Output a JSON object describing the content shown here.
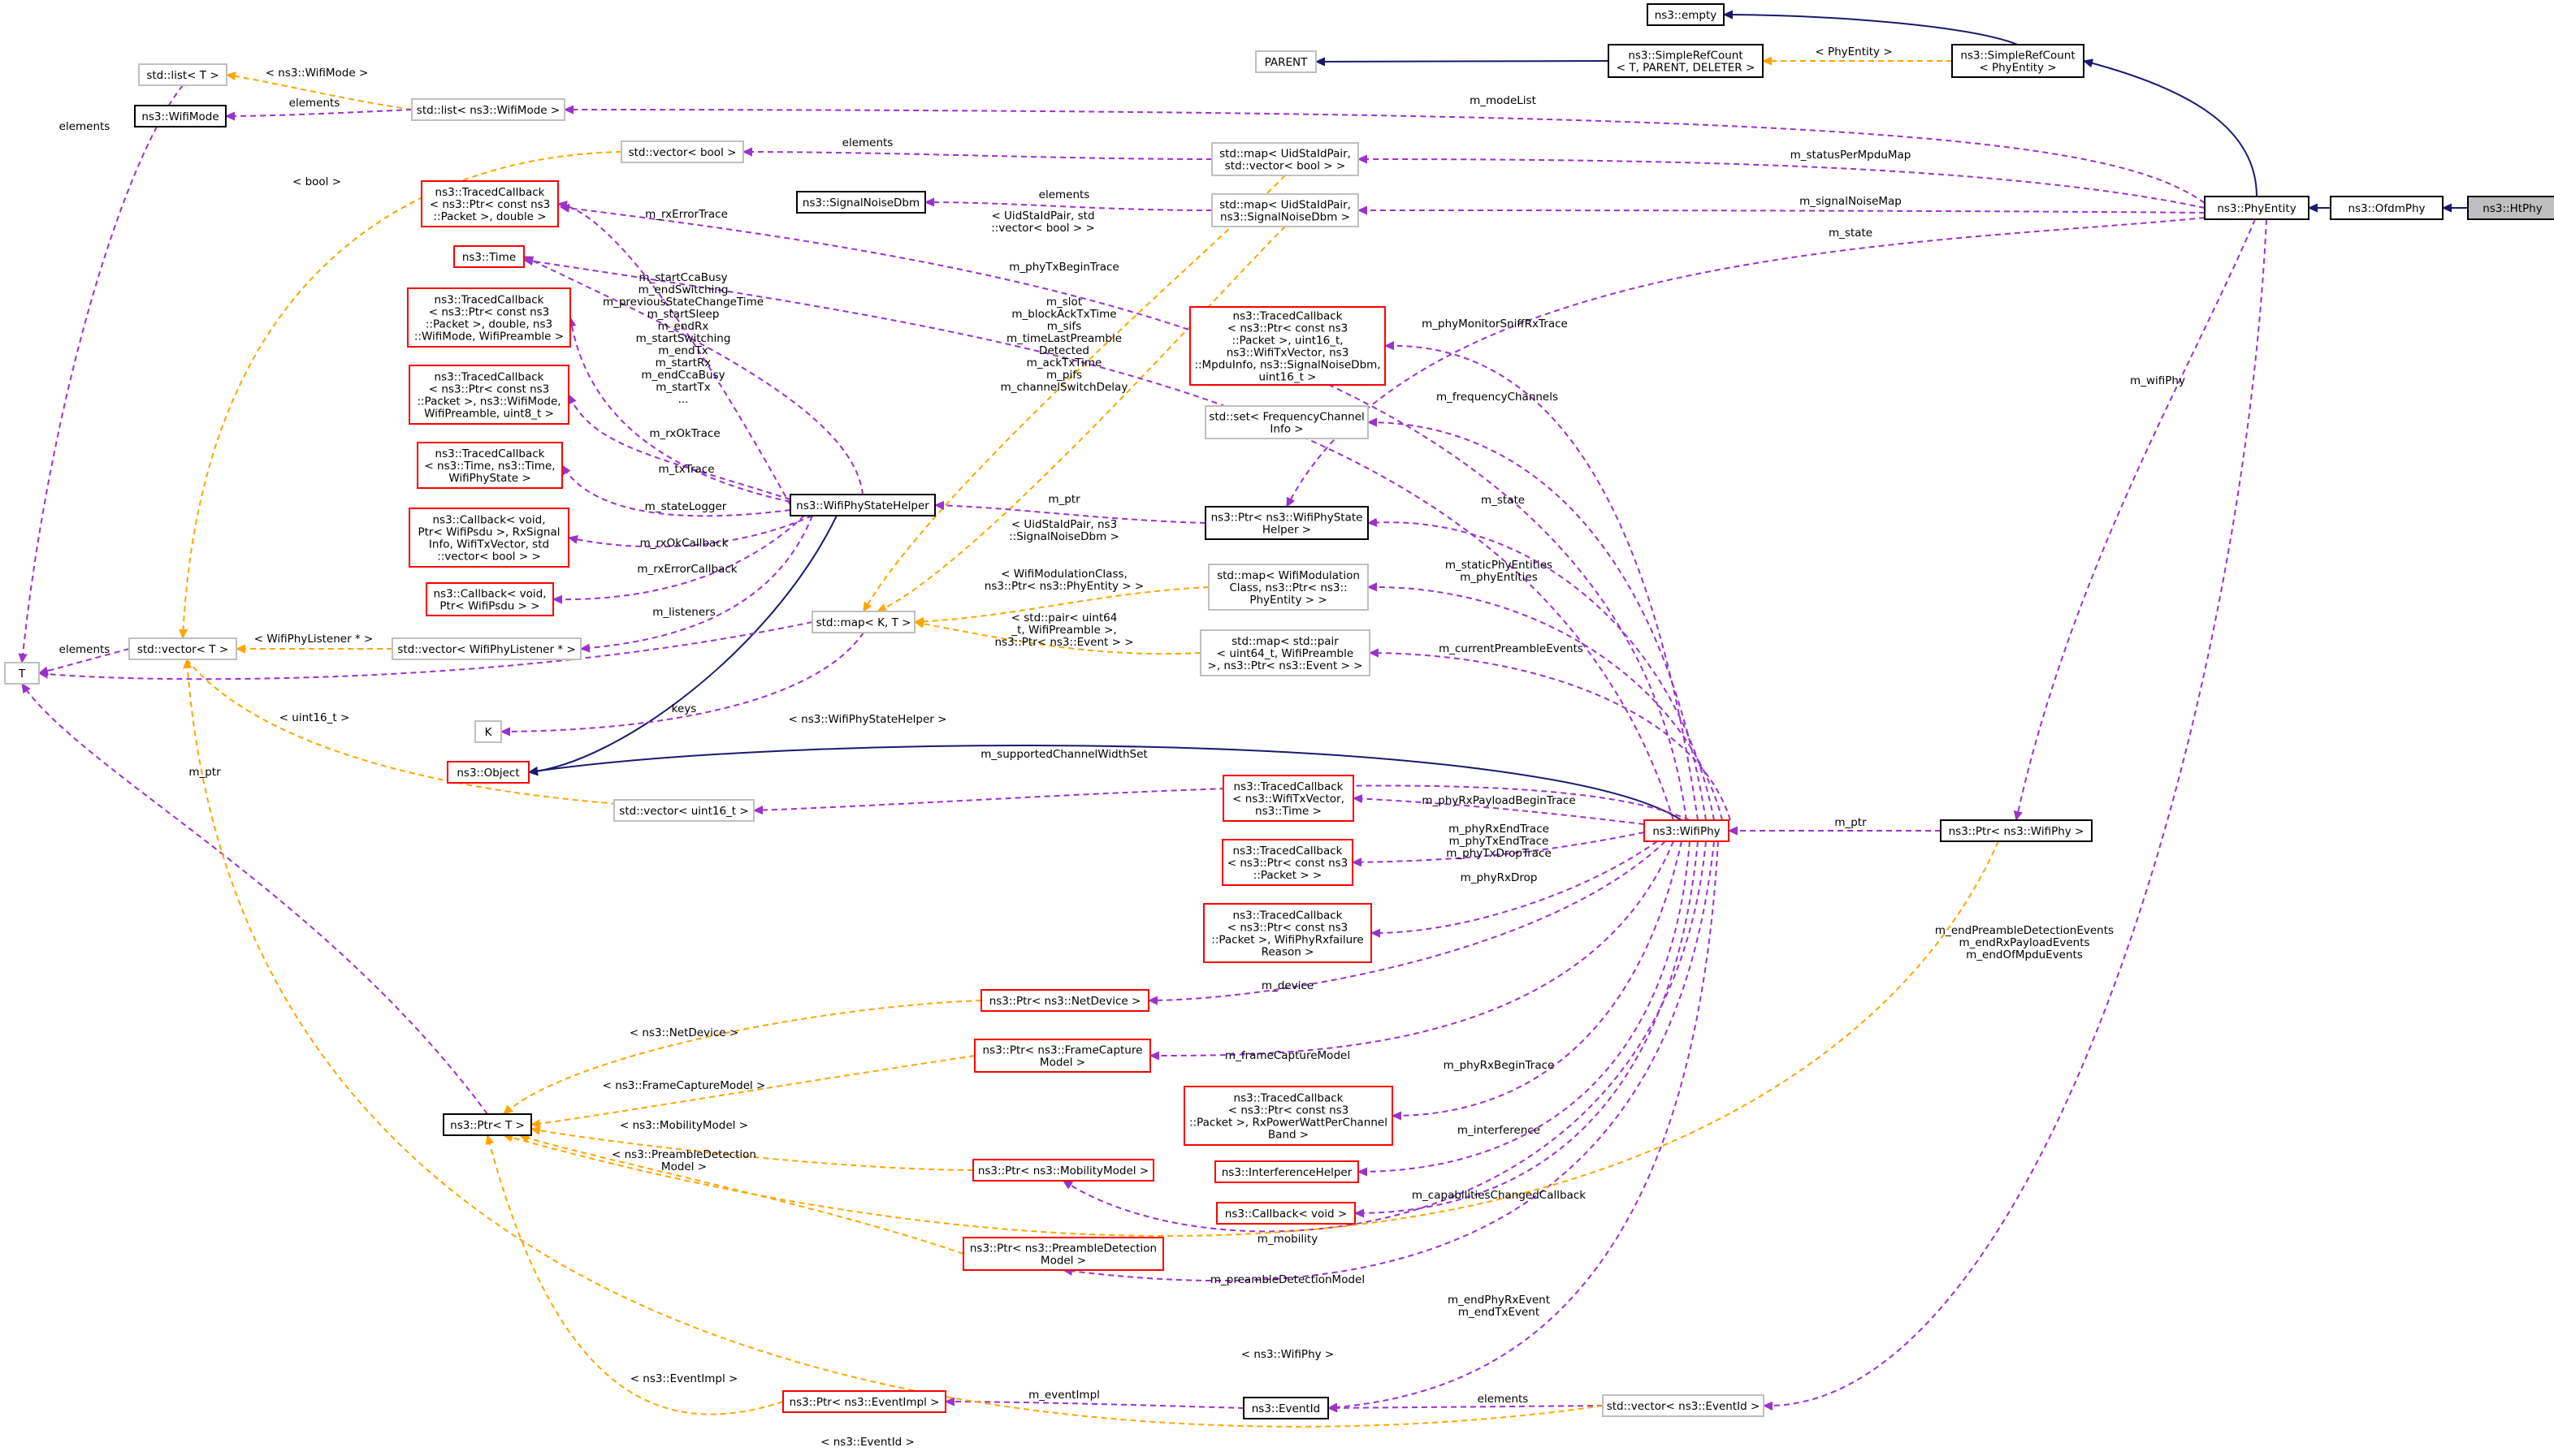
{
  "colors": {
    "inheritance": "#191970",
    "member": "#9a32cd",
    "template": "#ffa500",
    "node_black": "#000000",
    "node_red": "#ff0000",
    "node_gray": "#bfbfbf",
    "node_fill_gray": "#bfbfbf"
  },
  "nodes": [
    {
      "id": "HtPhy",
      "lines": [
        "ns3::HtPhy"
      ],
      "border": "black",
      "fill": "gray"
    },
    {
      "id": "OfdmPhy",
      "lines": [
        "ns3::OfdmPhy"
      ],
      "border": "black"
    },
    {
      "id": "PhyEntity",
      "lines": [
        "ns3::PhyEntity"
      ],
      "border": "black"
    },
    {
      "id": "SimpleRefCountPhy",
      "lines": [
        "ns3::SimpleRefCount",
        "< PhyEntity >"
      ],
      "border": "black"
    },
    {
      "id": "SimpleRefCountT",
      "lines": [
        "ns3::SimpleRefCount",
        "< T, PARENT, DELETER >"
      ],
      "border": "black"
    },
    {
      "id": "empty",
      "lines": [
        "ns3::empty"
      ],
      "border": "black"
    },
    {
      "id": "PARENT",
      "lines": [
        "PARENT"
      ],
      "border": "gray"
    },
    {
      "id": "listT",
      "lines": [
        "std::list< T >"
      ],
      "border": "gray"
    },
    {
      "id": "listWifiMode",
      "lines": [
        "std::list< ns3::WifiMode >"
      ],
      "border": "gray"
    },
    {
      "id": "WifiMode",
      "lines": [
        "ns3::WifiMode"
      ],
      "border": "black"
    },
    {
      "id": "vecBool",
      "lines": [
        "std::vector< bool >"
      ],
      "border": "gray"
    },
    {
      "id": "mapUidBool",
      "lines": [
        "std::map< UidStaIdPair,",
        "std::vector< bool > >"
      ],
      "border": "gray"
    },
    {
      "id": "SignalNoiseDbm",
      "lines": [
        "ns3::SignalNoiseDbm"
      ],
      "border": "black"
    },
    {
      "id": "mapUidSnr",
      "lines": [
        "std::map< UidStaIdPair,",
        "ns3::SignalNoiseDbm >"
      ],
      "border": "gray"
    },
    {
      "id": "TCPktDouble",
      "lines": [
        "ns3::TracedCallback",
        "< ns3::Ptr< const ns3",
        "::Packet >, double >"
      ],
      "border": "red"
    },
    {
      "id": "Time",
      "lines": [
        "ns3::Time"
      ],
      "border": "red"
    },
    {
      "id": "TCPktDoubleMode",
      "lines": [
        "ns3::TracedCallback",
        "< ns3::Ptr< const ns3",
        "::Packet >, double, ns3",
        "::WifiMode, WifiPreamble >"
      ],
      "border": "red"
    },
    {
      "id": "TCPktMode",
      "lines": [
        "ns3::TracedCallback",
        "< ns3::Ptr< const ns3",
        "::Packet >, ns3::WifiMode,",
        "WifiPreamble, uint8_t >"
      ],
      "border": "red"
    },
    {
      "id": "TCTimeState",
      "lines": [
        "ns3::TracedCallback",
        "< ns3::Time, ns3::Time,",
        "WifiPhyState >"
      ],
      "border": "red"
    },
    {
      "id": "CbRxOk",
      "lines": [
        "ns3::Callback< void,",
        "Ptr< WifiPsdu >, RxSignal",
        "Info, WifiTxVector, std",
        "::vector< bool > >"
      ],
      "border": "red"
    },
    {
      "id": "CbRxErr",
      "lines": [
        "ns3::Callback< void,",
        "Ptr< WifiPsdu > >"
      ],
      "border": "red"
    },
    {
      "id": "T",
      "lines": [
        "T"
      ],
      "border": "gray"
    },
    {
      "id": "vecT",
      "lines": [
        "std::vector< T >"
      ],
      "border": "gray"
    },
    {
      "id": "vecListener",
      "lines": [
        "std::vector< WifiPhyListener * >"
      ],
      "border": "gray"
    },
    {
      "id": "StateHelper",
      "lines": [
        "ns3::WifiPhyStateHelper"
      ],
      "border": "black"
    },
    {
      "id": "K",
      "lines": [
        "K"
      ],
      "border": "gray"
    },
    {
      "id": "mapKT",
      "lines": [
        "std::map< K, T >"
      ],
      "border": "gray"
    },
    {
      "id": "Object",
      "lines": [
        "ns3::Object"
      ],
      "border": "red"
    },
    {
      "id": "vecU16",
      "lines": [
        "std::vector< uint16_t >"
      ],
      "border": "gray"
    },
    {
      "id": "TCSniff",
      "lines": [
        "ns3::TracedCallback",
        "< ns3::Ptr< const ns3",
        "::Packet >, uint16_t,",
        "ns3::WifiTxVector, ns3",
        "::MpduInfo, ns3::SignalNoiseDbm,",
        "uint16_t >"
      ],
      "border": "red"
    },
    {
      "id": "setFreq",
      "lines": [
        "std::set< FrequencyChannel",
        "Info >"
      ],
      "border": "gray"
    },
    {
      "id": "PtrStateHelper",
      "lines": [
        "ns3::Ptr< ns3::WifiPhyState",
        "Helper >"
      ],
      "border": "black"
    },
    {
      "id": "mapModClass",
      "lines": [
        "std::map< WifiModulation",
        "Class, ns3::Ptr< ns3::",
        "PhyEntity > >"
      ],
      "border": "gray"
    },
    {
      "id": "mapPair",
      "lines": [
        "std::map< std::pair",
        "< uint64_t, WifiPreamble",
        ">, ns3::Ptr< ns3::Event > >"
      ],
      "border": "gray"
    },
    {
      "id": "TCTxVec",
      "lines": [
        "ns3::TracedCallback",
        "< ns3::WifiTxVector,",
        "ns3::Time >"
      ],
      "border": "red"
    },
    {
      "id": "TCPkt",
      "lines": [
        "ns3::TracedCallback",
        "< ns3::Ptr< const ns3",
        "::Packet > >"
      ],
      "border": "red"
    },
    {
      "id": "TCFail",
      "lines": [
        "ns3::TracedCallback",
        "< ns3::Ptr< const ns3",
        "::Packet >, WifiPhyRxfailure",
        "Reason >"
      ],
      "border": "red"
    },
    {
      "id": "WifiPhy",
      "lines": [
        "ns3::WifiPhy"
      ],
      "border": "red"
    },
    {
      "id": "PtrWifiPhy",
      "lines": [
        "ns3::Ptr< ns3::WifiPhy >"
      ],
      "border": "black"
    },
    {
      "id": "PtrNetDevice",
      "lines": [
        "ns3::Ptr< ns3::NetDevice >"
      ],
      "border": "red"
    },
    {
      "id": "PtrFrameCap",
      "lines": [
        "ns3::Ptr< ns3::FrameCapture",
        "Model >"
      ],
      "border": "red"
    },
    {
      "id": "TCPower",
      "lines": [
        "ns3::TracedCallback",
        "< ns3::Ptr< const ns3",
        "::Packet >, RxPowerWattPerChannel",
        "Band >"
      ],
      "border": "red"
    },
    {
      "id": "PtrT",
      "lines": [
        "ns3::Ptr< T >"
      ],
      "border": "black"
    },
    {
      "id": "Interference",
      "lines": [
        "ns3::InterferenceHelper"
      ],
      "border": "red"
    },
    {
      "id": "CbVoid",
      "lines": [
        "ns3::Callback< void >"
      ],
      "border": "red"
    },
    {
      "id": "PtrMobility",
      "lines": [
        "ns3::Ptr< ns3::MobilityModel >"
      ],
      "border": "red"
    },
    {
      "id": "PtrPreamble",
      "lines": [
        "ns3::Ptr< ns3::PreambleDetection",
        "Model >"
      ],
      "border": "red"
    },
    {
      "id": "PtrEventImpl",
      "lines": [
        "ns3::Ptr< ns3::EventImpl >"
      ],
      "border": "red"
    },
    {
      "id": "EventId",
      "lines": [
        "ns3::EventId"
      ],
      "border": "black"
    },
    {
      "id": "vecEventId",
      "lines": [
        "std::vector< ns3::EventId >"
      ],
      "border": "gray"
    }
  ],
  "edge_labels": [
    {
      "id": "l_phyentity",
      "lines": [
        "< PhyEntity >"
      ]
    },
    {
      "id": "l_wifimode",
      "lines": [
        "< ns3::WifiMode >"
      ]
    },
    {
      "id": "l_elements1",
      "lines": [
        "elements"
      ]
    },
    {
      "id": "l_elements_T",
      "lines": [
        "elements"
      ]
    },
    {
      "id": "l_modeList",
      "lines": [
        "m_modeList"
      ]
    },
    {
      "id": "l_elements2",
      "lines": [
        "elements"
      ]
    },
    {
      "id": "l_bool",
      "lines": [
        "< bool >"
      ]
    },
    {
      "id": "l_statusPerMpdu",
      "lines": [
        "m_statusPerMpduMap"
      ]
    },
    {
      "id": "l_elements3",
      "lines": [
        "elements"
      ]
    },
    {
      "id": "l_snrMap",
      "lines": [
        "m_signalNoiseMap"
      ]
    },
    {
      "id": "l_state",
      "lines": [
        "m_state"
      ]
    },
    {
      "id": "l_uidBool",
      "lines": [
        "< UidStaIdPair, std",
        "::vector< bool > >"
      ]
    },
    {
      "id": "l_rxErrorTrace",
      "lines": [
        "m_rxErrorTrace"
      ]
    },
    {
      "id": "l_phyTxBegin",
      "lines": [
        "m_phyTxBeginTrace"
      ]
    },
    {
      "id": "l_timeMembers",
      "lines": [
        "m_startCcaBusy",
        "m_endSwitching",
        "m_previousStateChangeTime",
        "m_startSleep",
        "m_endRx",
        "m_startSwitching",
        "m_endTx",
        "m_startRx",
        "m_endCcaBusy",
        "m_startTx",
        "..."
      ]
    },
    {
      "id": "l_slotMembers",
      "lines": [
        "m_slot",
        "m_blockAckTxTime",
        "m_sifs",
        "m_timeLastPreamble",
        "Detected",
        "m_ackTxTime",
        "m_pifs",
        "m_channelSwitchDelay"
      ]
    },
    {
      "id": "l_monitorSniff",
      "lines": [
        "m_phyMonitorSniffRxTrace"
      ]
    },
    {
      "id": "l_wifiPhy",
      "lines": [
        "m_wifiPhy"
      ]
    },
    {
      "id": "l_freqChannels",
      "lines": [
        "m_frequencyChannels"
      ]
    },
    {
      "id": "l_rxOkTrace",
      "lines": [
        "m_rxOkTrace"
      ]
    },
    {
      "id": "l_txTrace",
      "lines": [
        "m_txTrace"
      ]
    },
    {
      "id": "l_stateLogger",
      "lines": [
        "m_stateLogger"
      ]
    },
    {
      "id": "l_mptr",
      "lines": [
        "m_ptr"
      ]
    },
    {
      "id": "l_mstate",
      "lines": [
        "m_state"
      ]
    },
    {
      "id": "l_uidSnr",
      "lines": [
        "< UidStaIdPair, ns3",
        "::SignalNoiseDbm >"
      ]
    },
    {
      "id": "l_rxOkCallback",
      "lines": [
        "m_rxOkCallback"
      ]
    },
    {
      "id": "l_rxErrorCallback",
      "lines": [
        "m_rxErrorCallback"
      ]
    },
    {
      "id": "l_modClass",
      "lines": [
        "< WifiModulationClass,",
        "ns3::Ptr< ns3::PhyEntity > >"
      ]
    },
    {
      "id": "l_staticPhy",
      "lines": [
        "m_staticPhyEntities",
        "m_phyEntities"
      ]
    },
    {
      "id": "l_listeners",
      "lines": [
        "m_listeners"
      ]
    },
    {
      "id": "l_listenerT",
      "lines": [
        "< WifiPhyListener * >"
      ]
    },
    {
      "id": "l_elements4",
      "lines": [
        "elements"
      ]
    },
    {
      "id": "l_pairEvent",
      "lines": [
        "< std::pair< uint64",
        "_t, WifiPreamble >,",
        "ns3::Ptr< ns3::Event > >"
      ]
    },
    {
      "id": "l_currentPreamble",
      "lines": [
        "m_currentPreambleEvents"
      ]
    },
    {
      "id": "l_keys",
      "lines": [
        "keys"
      ]
    },
    {
      "id": "l_u16",
      "lines": [
        "< uint16_t >"
      ]
    },
    {
      "id": "l_stateHelperT",
      "lines": [
        "< ns3::WifiPhyStateHelper >"
      ]
    },
    {
      "id": "l_supportedWidth",
      "lines": [
        "m_supportedChannelWidthSet"
      ]
    },
    {
      "id": "l_mptrT",
      "lines": [
        "m_ptr"
      ]
    },
    {
      "id": "l_rxPayloadBegin",
      "lines": [
        "m_phyRxPayloadBeginTrace"
      ]
    },
    {
      "id": "l_mptr2",
      "lines": [
        "m_ptr"
      ]
    },
    {
      "id": "l_rxEnd",
      "lines": [
        "m_phyRxEndTrace",
        "m_phyTxEndTrace",
        "m_phyTxDropTrace"
      ]
    },
    {
      "id": "l_rxDrop",
      "lines": [
        "m_phyRxDrop"
      ]
    },
    {
      "id": "l_endEvents",
      "lines": [
        "m_endPreambleDetectionEvents",
        "m_endRxPayloadEvents",
        "m_endOfMpduEvents"
      ]
    },
    {
      "id": "l_device",
      "lines": [
        "m_device"
      ]
    },
    {
      "id": "l_netDevice",
      "lines": [
        "< ns3::NetDevice >"
      ]
    },
    {
      "id": "l_frameCapModel",
      "lines": [
        "m_frameCaptureModel"
      ]
    },
    {
      "id": "l_frameCapT",
      "lines": [
        "< ns3::FrameCaptureModel >"
      ]
    },
    {
      "id": "l_rxBegin",
      "lines": [
        "m_phyRxBeginTrace"
      ]
    },
    {
      "id": "l_mobilityT",
      "lines": [
        "< ns3::MobilityModel >"
      ]
    },
    {
      "id": "l_interference",
      "lines": [
        "m_interference"
      ]
    },
    {
      "id": "l_preambleT",
      "lines": [
        "< ns3::PreambleDetection",
        "Model >"
      ]
    },
    {
      "id": "l_capChanged",
      "lines": [
        "m_capabilitiesChangedCallback"
      ]
    },
    {
      "id": "l_mobility",
      "lines": [
        "m_mobility"
      ]
    },
    {
      "id": "l_preambleModel",
      "lines": [
        "m_preambleDetectionModel"
      ]
    },
    {
      "id": "l_endPhyRx",
      "lines": [
        "m_endPhyRxEvent",
        "m_endTxEvent"
      ]
    },
    {
      "id": "l_wifiPhyT",
      "lines": [
        "< ns3::WifiPhy >"
      ]
    },
    {
      "id": "l_eventImplT",
      "lines": [
        "< ns3::EventImpl >"
      ]
    },
    {
      "id": "l_eventImpl",
      "lines": [
        "m_eventImpl"
      ]
    },
    {
      "id": "l_elements5",
      "lines": [
        "elements"
      ]
    },
    {
      "id": "l_eventIdT",
      "lines": [
        "< ns3::EventId >"
      ]
    }
  ]
}
